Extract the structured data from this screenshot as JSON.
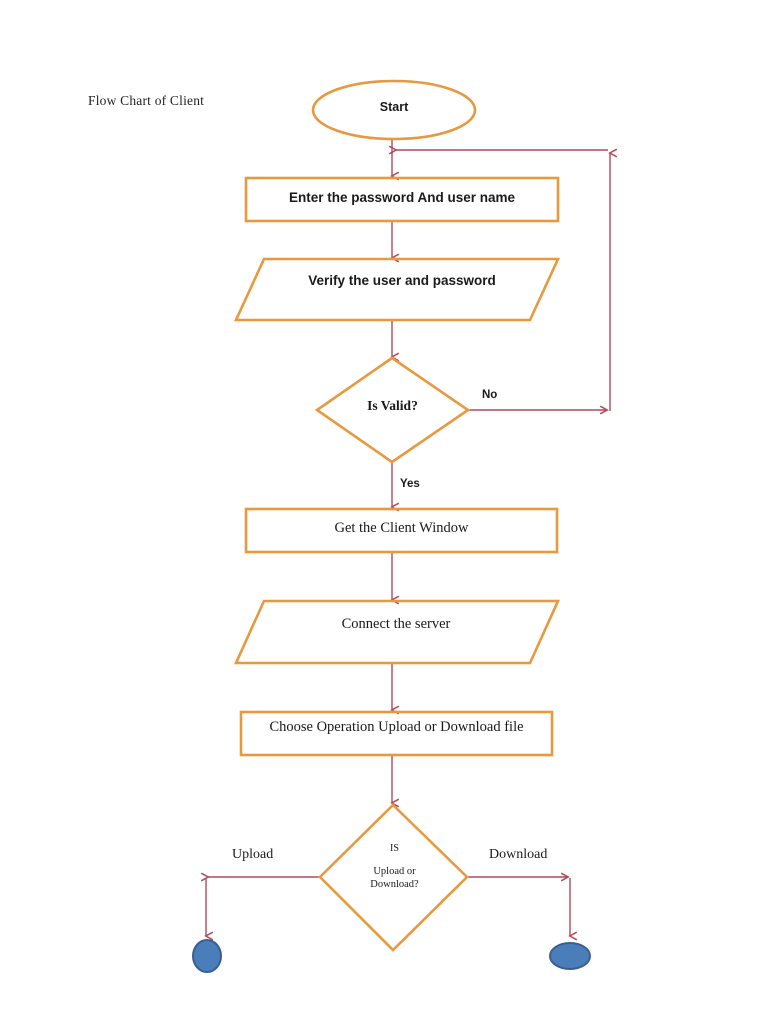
{
  "title": "Flow Chart of Client",
  "colors": {
    "shape_stroke": "#E8993F",
    "connector": "#B04A5A",
    "terminator_fill": "#4A7EBB",
    "terminator_stroke": "#3A5F8F",
    "text": "#1a1a1a",
    "background": "#ffffff"
  },
  "nodes": [
    {
      "id": "start",
      "type": "ellipse",
      "label": "Start"
    },
    {
      "id": "enter",
      "type": "process",
      "label": "Enter the password And user name"
    },
    {
      "id": "verify",
      "type": "parallelogram",
      "label": "Verify the user and password"
    },
    {
      "id": "isvalid",
      "type": "decision",
      "label": "Is Valid?"
    },
    {
      "id": "getwindow",
      "type": "process",
      "label": "Get the Client Window"
    },
    {
      "id": "connect",
      "type": "parallelogram",
      "label": "Connect the server"
    },
    {
      "id": "choose",
      "type": "process",
      "label": "Choose Operation Upload or Download file"
    },
    {
      "id": "isupdown",
      "type": "decision",
      "label_line1": "IS",
      "label_line2": "Upload or",
      "label_line3": "Download?"
    },
    {
      "id": "end-upload",
      "type": "terminator",
      "label": ""
    },
    {
      "id": "end-download",
      "type": "terminator",
      "label": ""
    }
  ],
  "edges": [
    {
      "from": "start",
      "to": "enter",
      "label": ""
    },
    {
      "from": "enter",
      "to": "verify",
      "label": ""
    },
    {
      "from": "verify",
      "to": "isvalid",
      "label": ""
    },
    {
      "from": "isvalid",
      "to": "enter",
      "label": "No"
    },
    {
      "from": "isvalid",
      "to": "getwindow",
      "label": "Yes"
    },
    {
      "from": "getwindow",
      "to": "connect",
      "label": ""
    },
    {
      "from": "connect",
      "to": "choose",
      "label": ""
    },
    {
      "from": "choose",
      "to": "isupdown",
      "label": ""
    },
    {
      "from": "isupdown",
      "to": "end-upload",
      "label": "Upload"
    },
    {
      "from": "isupdown",
      "to": "end-download",
      "label": "Download"
    }
  ],
  "edge_labels": {
    "no": "No",
    "yes": "Yes",
    "upload": "Upload",
    "download": "Download"
  },
  "chart_data": {
    "type": "diagram",
    "title": "Flow Chart of Client",
    "nodes": 10,
    "edges": 10
  }
}
